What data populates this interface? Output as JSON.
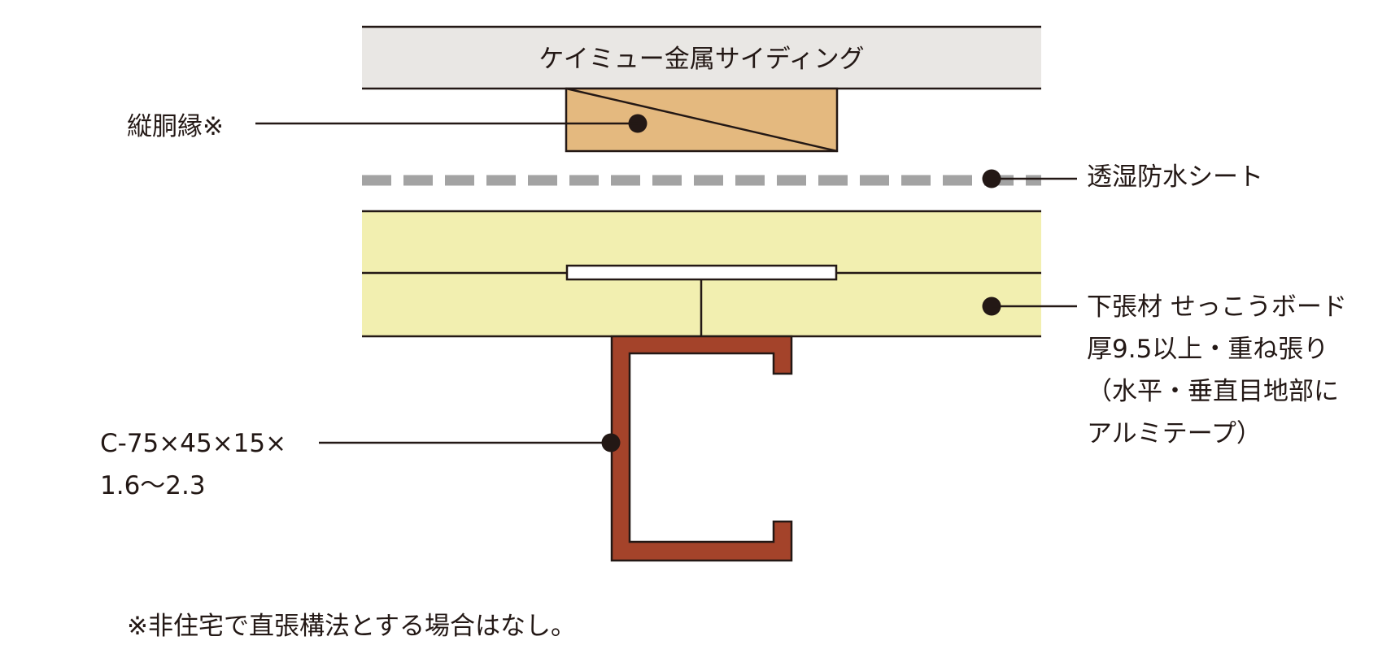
{
  "diagram": {
    "labels": {
      "siding": "ケイミュー金属サイディング",
      "batten": "縦胴縁※",
      "membrane": "透湿防水シート",
      "board_lines": [
        "下張材 せっこうボード",
        "厚9.5以上・重ね張り",
        "（水平・垂直目地部に",
        "アルミテープ）"
      ],
      "stud_lines": [
        "C-75×45×15×",
        "1.6～2.3"
      ],
      "note": "※非住宅で直張構法とする場合はなし。"
    },
    "colors": {
      "siding_fill": "#e9e7e4",
      "batten_fill": "#e4b97f",
      "membrane_dash": "#a3a3a3",
      "board_fill": "#f2efb0",
      "stud_fill": "#a4432a",
      "line": "#231815"
    }
  }
}
